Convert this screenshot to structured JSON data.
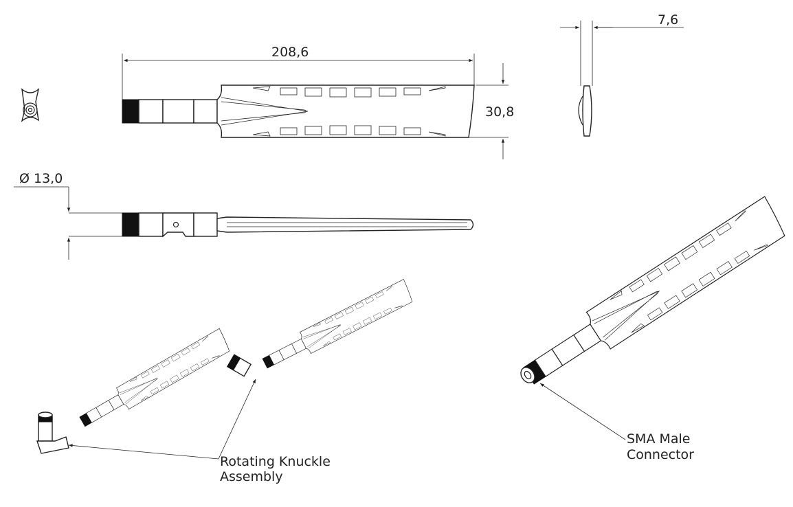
{
  "dimensions": {
    "length": "208,6",
    "width": "30,8",
    "thickness": "7,6",
    "diameter": "Ø 13,0"
  },
  "callouts": {
    "knuckle_line1": "Rotating Knuckle",
    "knuckle_line2": "Assembly",
    "sma_line1": "SMA Male",
    "sma_line2": "Connector"
  }
}
